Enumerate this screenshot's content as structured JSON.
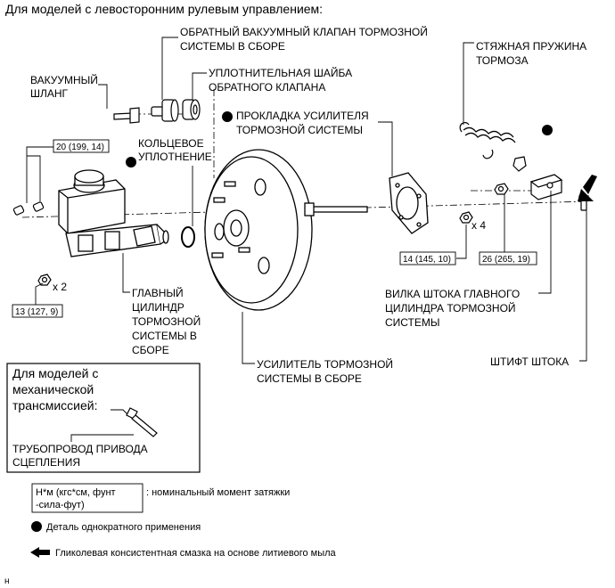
{
  "header": "Для моделей с левосторонним рулевым управлением:",
  "labels": {
    "vacuum_valve": [
      "ОБРАТНЫЙ ВАКУУМНЫЙ КЛАПАН ТОРМОЗНОЙ",
      "СИСТЕМЫ В СБОРЕ"
    ],
    "vacuum_hose": [
      "ВАКУУМНЫЙ",
      "ШЛАНГ"
    ],
    "valve_washer": [
      "УПЛОТНИТЕЛЬНАЯ ШАЙБА",
      "ОБРАТНОГО КЛАПАНА"
    ],
    "return_spring": [
      "СТЯЖНАЯ ПРУЖИНА",
      "ТОРМОЗА"
    ],
    "booster_gasket": [
      "ПРОКЛАДКА УСИЛИТЕЛЯ",
      "ТОРМОЗНОЙ СИСТЕМЫ"
    ],
    "o_ring": [
      "КОЛЬЦЕВОЕ",
      "УПЛОТНЕНИЕ"
    ],
    "master_cylinder": [
      "ГЛАВНЫЙ",
      "ЦИЛИНДР",
      "ТОРМОЗНОЙ",
      "СИСТЕМЫ В",
      "СБОРЕ"
    ],
    "clevis": [
      "ВИЛКА ШТОКА ГЛАВНОГО",
      "ЦИЛИНДРА ТОРМОЗНОЙ",
      "СИСТЕМЫ"
    ],
    "push_rod_pin": [
      "ШТИФТ ШТОКА"
    ],
    "booster": [
      "УСИЛИТЕЛЬ ТОРМОЗНОЙ",
      "СИСТЕМЫ В СБОРЕ"
    ]
  },
  "torques": {
    "t20": "20 (199, 14)",
    "t14": "14 (145, 10)",
    "t26": "26 (265, 19)",
    "t13": "13 (127, 9)"
  },
  "multipliers": {
    "x4": "x 4",
    "x2": "x 2"
  },
  "manual_box": {
    "title": [
      "Для моделей с",
      "механической",
      "трансмиссией:"
    ],
    "part": [
      "ТРУБОПРОВОД ПРИВОДА",
      "СЦЕПЛЕНИЯ"
    ]
  },
  "legend": {
    "torque_unit": [
      "Н*м (кгс*см, фунт",
      "-сила-фут)"
    ],
    "torque_desc": ": номинальный момент затяжки",
    "non_reusable": "Деталь однократного применения",
    "grease": "Гликолевая консистентная смазка на основе литиевого мыла"
  },
  "corner_mark": "н"
}
